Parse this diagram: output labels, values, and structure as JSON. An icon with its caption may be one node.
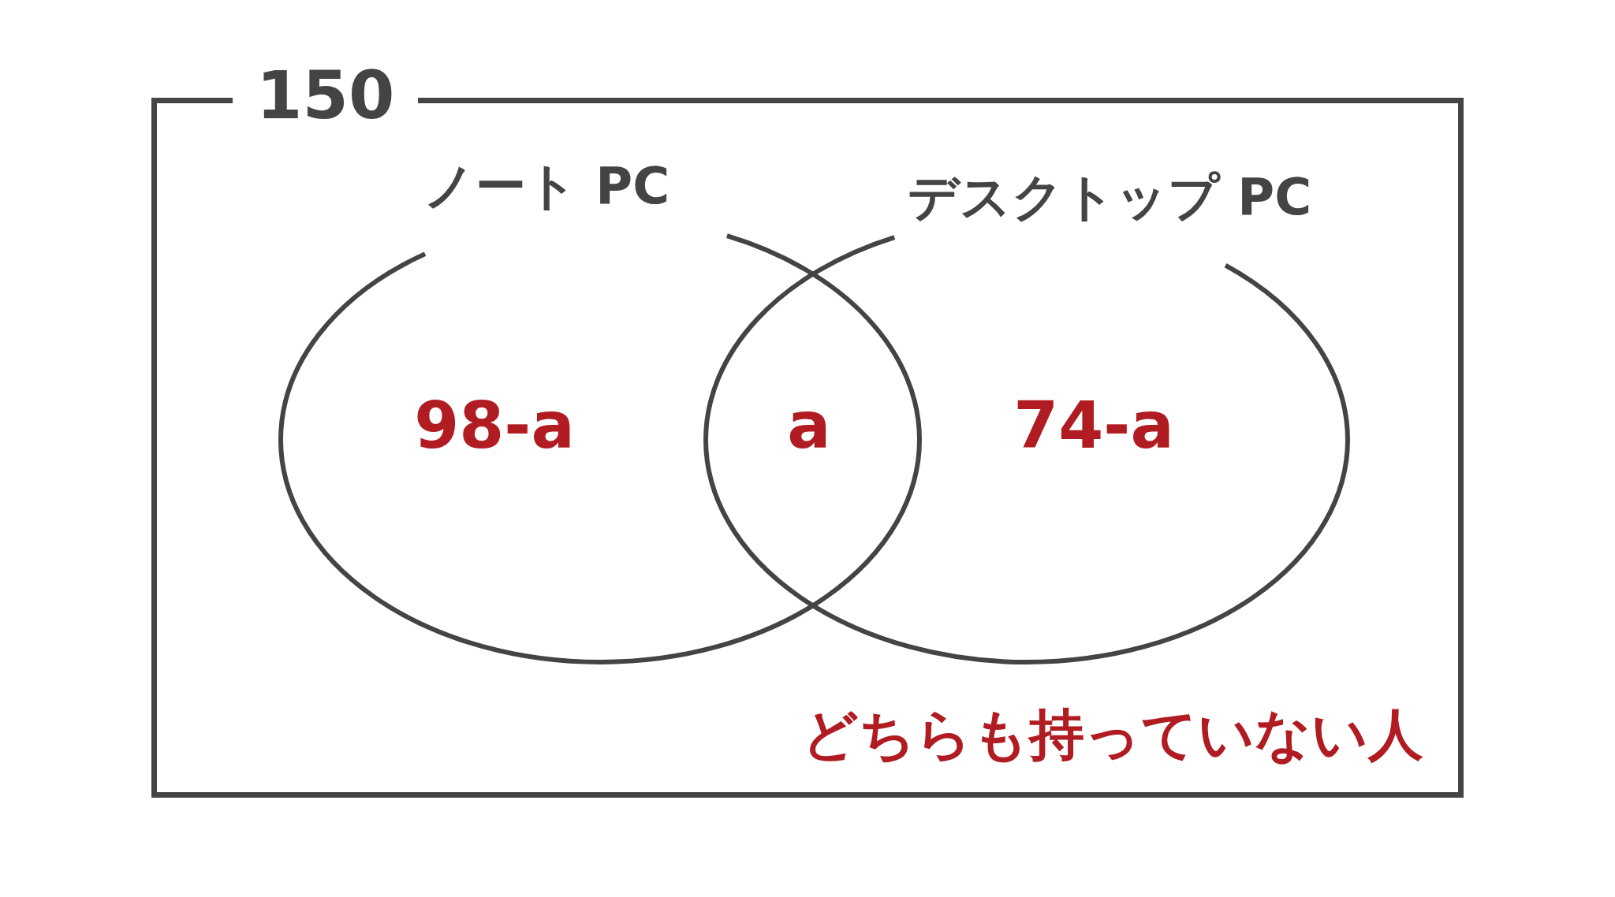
{
  "diagram": {
    "nodes": [
      {
        "text": [
          "150"
        ]
      },
      {
        "text": [
          "ノート PC"
        ],
        "in": 0
      },
      {
        "text": [
          "デスクトップ PC"
        ],
        "in": 0
      }
    ],
    "labels": [
      "98-a",
      "a",
      "74-a",
      "どちらも持っていない人"
    ]
  }
}
